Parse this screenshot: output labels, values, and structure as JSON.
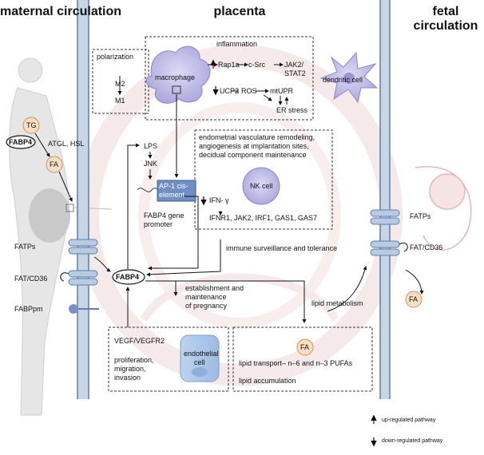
{
  "headers": {
    "maternal": "maternal circulation",
    "placenta": "placenta",
    "fetal": "fetal circulation"
  },
  "maternal_side": {
    "tg": "TG",
    "atgl_hsl": "ATGL, HSL",
    "fabp4": "FABP4",
    "fa": "FA",
    "fatps": "FATPs",
    "fat_cd36": "FAT/CD36",
    "fabppm": "FABPpm"
  },
  "polarization": {
    "title": "polarization",
    "m2": "M2",
    "m1": "M1"
  },
  "inflammation": {
    "title": "inflammation",
    "macrophage": "macrophage",
    "rap1a": "Rap1a",
    "csrc": "c-Src",
    "jak2stat2_a": "JAK2/",
    "jak2stat2_b": "STAT2",
    "ucp2": "UCP2",
    "ros": "ROS",
    "mtupr": "mtUPR",
    "er_stress": "ER stress"
  },
  "dendritic": "dendritic cell",
  "signaling": {
    "lps": "LPS",
    "jnk": "JNK",
    "ap1_a": "AP-1 cis-",
    "ap1_b": "element",
    "promoter_a": "FABP4 gene",
    "promoter_b": "promoter"
  },
  "nk_box": {
    "line1": "endometrial vasculature remodeling,",
    "line2": "angiogenesis at implantation sites,",
    "line3": "decidual component maintenance",
    "nk": "NK cell",
    "ifn": "IFN- γ",
    "genes": "IFNR1, JAK2, IRF1, GAS1, GAS7"
  },
  "center": {
    "fabp4": "FABP4",
    "immune": "immune surveillance and tolerance",
    "pregnancy_1": "establishment and",
    "pregnancy_2": "maintenance",
    "pregnancy_3": "of pregnancy",
    "lipid_metabolism": "lipid metabolism"
  },
  "endothelial": {
    "vegf": "VEGF/VEGFR2",
    "proliferation": "proliferation,",
    "migration": "migration,",
    "invasion": "invasion",
    "cell_1": "endothelial",
    "cell_2": "cell"
  },
  "lipid_box": {
    "fa": "FA",
    "transport": "lipid transport– n–6 and n–3 PUFAs",
    "accumulation": "lipid accumulation"
  },
  "fetal_side": {
    "fatps": "FATPs",
    "fat_cd36": "FAT/CD36",
    "fa": "FA"
  },
  "legend": {
    "up": "up-regulated pathway",
    "down": "down-regulated pathway"
  },
  "colors": {
    "membrane": "#aabfd6",
    "membrane_line": "#5d7fa8",
    "transporter": "#b9cbe3",
    "cell_purple": "#c9c6ea",
    "fa_fill": "#f5dfc4",
    "fa_stroke": "#c8935b",
    "up_arrow": "#b0262a",
    "down_arrow": "#7a1c1c",
    "ap1_fill": "#6f8fc4"
  }
}
